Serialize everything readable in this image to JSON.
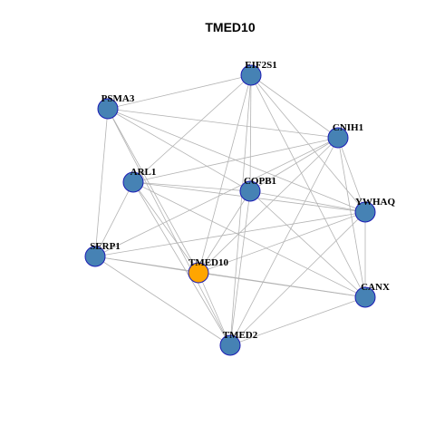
{
  "title": "TMED10",
  "colors": {
    "node_fill": "#4682B4",
    "node_stroke": "#1C1CB4",
    "highlight_fill": "#FFA500",
    "edge": "#B3B3B3"
  },
  "nodes": [
    {
      "id": "EIF2S1",
      "highlight": false
    },
    {
      "id": "PSMA3",
      "highlight": false
    },
    {
      "id": "CNIH1",
      "highlight": false
    },
    {
      "id": "ARL1",
      "highlight": false
    },
    {
      "id": "COPB1",
      "highlight": false
    },
    {
      "id": "YWHAQ",
      "highlight": false
    },
    {
      "id": "SERP1",
      "highlight": false
    },
    {
      "id": "TMED10",
      "highlight": true
    },
    {
      "id": "CANX",
      "highlight": false
    },
    {
      "id": "TMED2",
      "highlight": false
    }
  ],
  "edges": [
    [
      "EIF2S1",
      "PSMA3"
    ],
    [
      "EIF2S1",
      "CNIH1"
    ],
    [
      "EIF2S1",
      "ARL1"
    ],
    [
      "EIF2S1",
      "COPB1"
    ],
    [
      "EIF2S1",
      "YWHAQ"
    ],
    [
      "EIF2S1",
      "TMED10"
    ],
    [
      "EIF2S1",
      "CANX"
    ],
    [
      "EIF2S1",
      "TMED2"
    ],
    [
      "PSMA3",
      "CNIH1"
    ],
    [
      "PSMA3",
      "COPB1"
    ],
    [
      "PSMA3",
      "SERP1"
    ],
    [
      "PSMA3",
      "TMED10"
    ],
    [
      "PSMA3",
      "TMED2"
    ],
    [
      "PSMA3",
      "YWHAQ"
    ],
    [
      "CNIH1",
      "ARL1"
    ],
    [
      "CNIH1",
      "COPB1"
    ],
    [
      "CNIH1",
      "YWHAQ"
    ],
    [
      "CNIH1",
      "TMED10"
    ],
    [
      "CNIH1",
      "CANX"
    ],
    [
      "CNIH1",
      "TMED2"
    ],
    [
      "CNIH1",
      "SERP1"
    ],
    [
      "ARL1",
      "COPB1"
    ],
    [
      "ARL1",
      "YWHAQ"
    ],
    [
      "ARL1",
      "SERP1"
    ],
    [
      "ARL1",
      "TMED10"
    ],
    [
      "ARL1",
      "TMED2"
    ],
    [
      "ARL1",
      "CANX"
    ],
    [
      "COPB1",
      "YWHAQ"
    ],
    [
      "COPB1",
      "TMED10"
    ],
    [
      "COPB1",
      "TMED2"
    ],
    [
      "COPB1",
      "CANX"
    ],
    [
      "YWHAQ",
      "SERP1"
    ],
    [
      "YWHAQ",
      "TMED10"
    ],
    [
      "YWHAQ",
      "CANX"
    ],
    [
      "YWHAQ",
      "TMED2"
    ],
    [
      "SERP1",
      "TMED10"
    ],
    [
      "SERP1",
      "CANX"
    ],
    [
      "SERP1",
      "TMED2"
    ],
    [
      "TMED10",
      "CANX"
    ],
    [
      "TMED10",
      "TMED2"
    ],
    [
      "CANX",
      "TMED2"
    ]
  ]
}
